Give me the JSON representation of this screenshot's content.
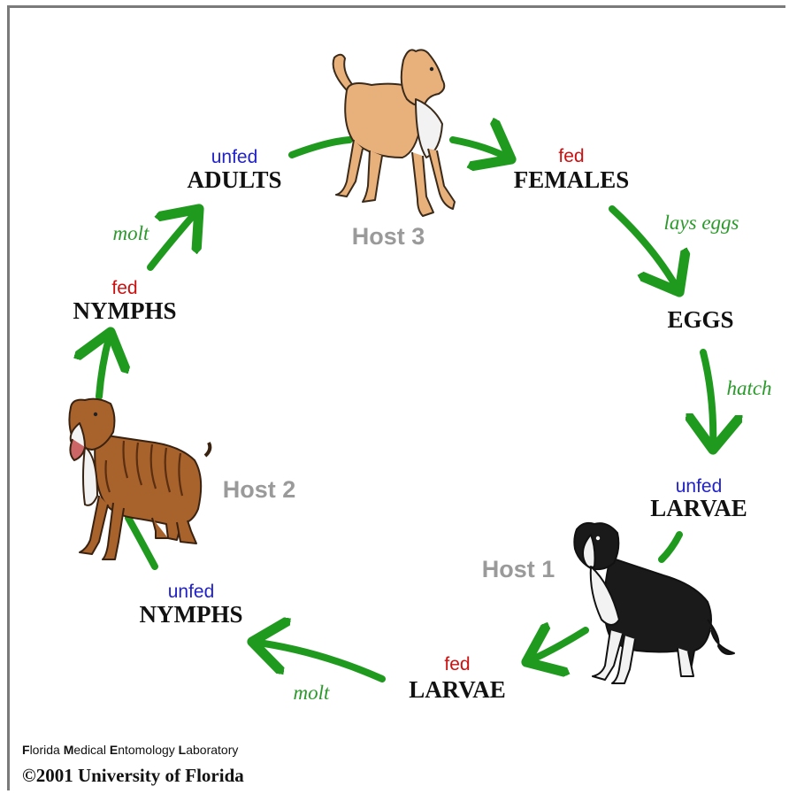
{
  "colors": {
    "arrow": "#1f9a1f",
    "unfed": "#2222cc",
    "fed": "#cc1111",
    "transition": "#2a9a2a",
    "host": "#9a9a9a"
  },
  "stages": {
    "adults": {
      "state": "unfed",
      "label": "ADULTS"
    },
    "females": {
      "state": "fed",
      "label": "FEMALES"
    },
    "eggs": {
      "label": "EGGS"
    },
    "larvae_unfed": {
      "state": "unfed",
      "label": "LARVAE"
    },
    "larvae_fed": {
      "state": "fed",
      "label": "LARVAE"
    },
    "nymphs_unfed": {
      "state": "unfed",
      "label": "NYMPHS"
    },
    "nymphs_fed": {
      "state": "fed",
      "label": "NYMPHS"
    }
  },
  "transitions": {
    "lays_eggs": "lays eggs",
    "hatch": "hatch",
    "molt_bottom": "molt",
    "molt_left": "molt"
  },
  "hosts": {
    "host1": "Host 1",
    "host2": "Host 2",
    "host3": "Host 3"
  },
  "credit": {
    "lab_parts": [
      {
        "initial": "F",
        "rest": "lorida "
      },
      {
        "initial": "M",
        "rest": "edical "
      },
      {
        "initial": "E",
        "rest": "ntomology "
      },
      {
        "initial": "L",
        "rest": "aboratory"
      }
    ],
    "copyright": "©2001 University of Florida"
  }
}
